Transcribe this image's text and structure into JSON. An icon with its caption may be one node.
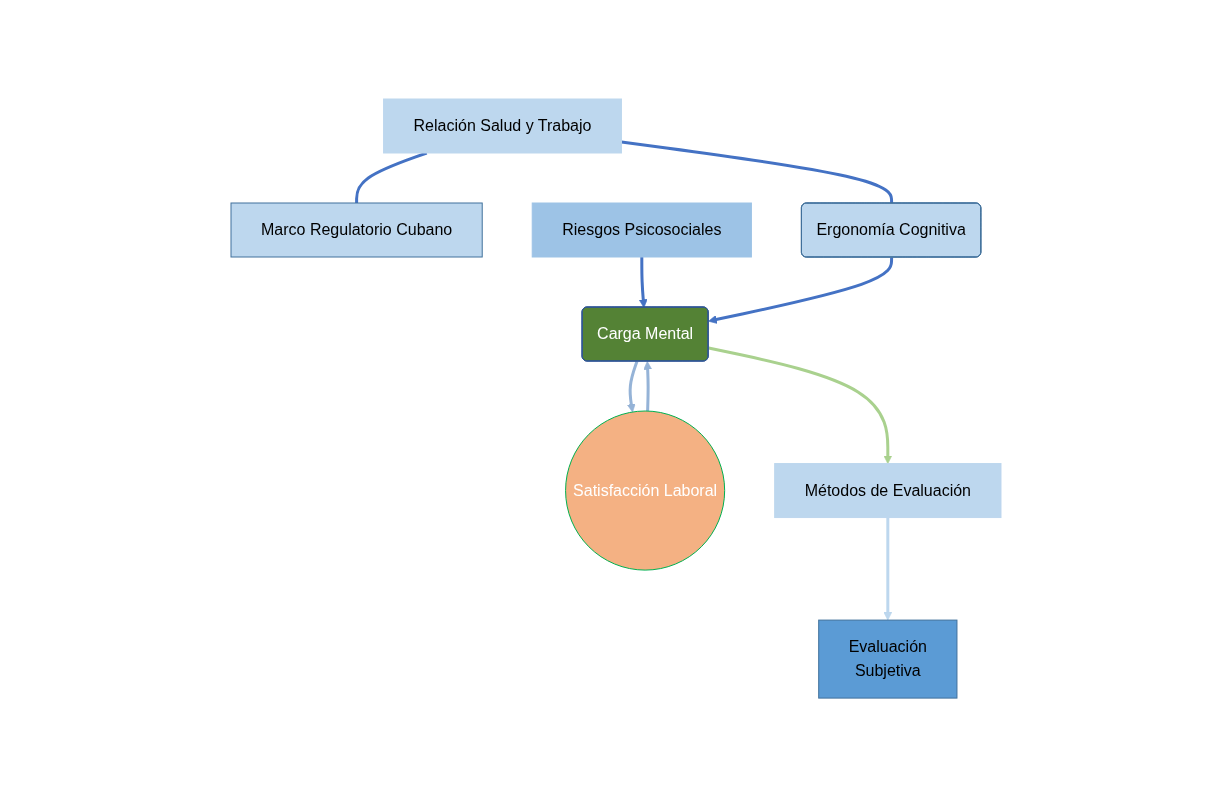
{
  "diagram": {
    "nodes": [
      {
        "text": [
          "Marco Regulatorio Cubano"
        ]
      },
      {
        "text": [
          "Relación Salud y Trabajo"
        ]
      },
      {
        "text": [
          "Riesgos Psicosociales"
        ]
      },
      {
        "text": [
          "Ergonomía Cognitiva"
        ]
      },
      {
        "text": [
          "Carga Mental"
        ]
      },
      {
        "text": [
          "Satisfacción Laboral"
        ]
      },
      {
        "text": [
          "Métodos de Evaluación"
        ]
      },
      {
        "text": [
          "Evaluación",
          "Subjetiva"
        ]
      }
    ],
    "edges": [
      {
        "from": 1,
        "to": 0,
        "arrow": "none"
      },
      {
        "from": 1,
        "to": 3,
        "arrow": "none"
      },
      {
        "from": 2,
        "to": 4,
        "arrow": "to"
      },
      {
        "from": 3,
        "to": 4,
        "arrow": "to"
      },
      {
        "from": 4,
        "to": 5,
        "arrow": "to",
        "color": "#95b3d7"
      },
      {
        "from": 5,
        "to": 4,
        "arrow": "to",
        "color": "#95b3d7"
      },
      {
        "from": 4,
        "to": 6,
        "arrow": "to",
        "color": "#a9d18e"
      },
      {
        "from": 6,
        "to": 7,
        "arrow": "to",
        "color": "#bdd7ee"
      }
    ]
  }
}
